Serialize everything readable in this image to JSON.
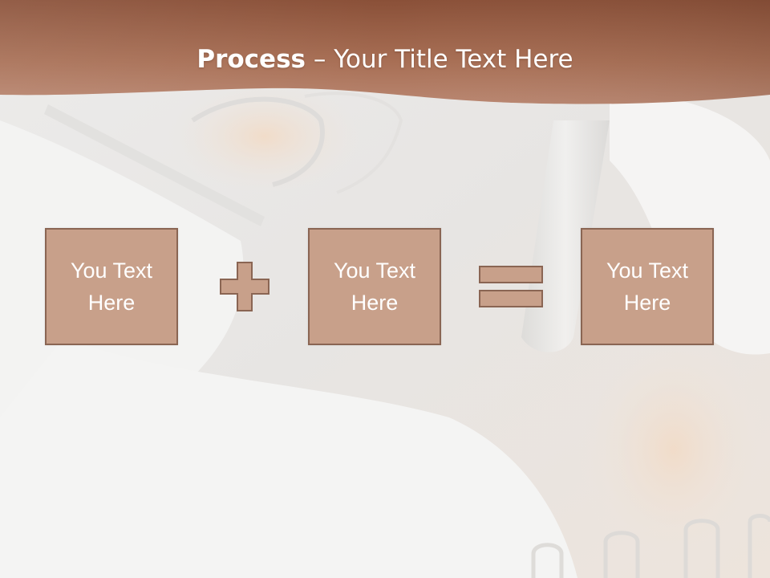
{
  "slide": {
    "title": {
      "bold": "Process",
      "rest": " – Your Title Text Here"
    },
    "boxes": [
      {
        "text": "You Text Here"
      },
      {
        "text": "You Text Here"
      },
      {
        "text": "You Text Here"
      }
    ],
    "operators": [
      "plus-icon",
      "equals-icon"
    ]
  },
  "colors": {
    "header": "#9e634a",
    "box_fill": "#c8a08a",
    "box_border": "#8a6553",
    "operator_fill": "#c8a08a",
    "text": "#ffffff"
  }
}
